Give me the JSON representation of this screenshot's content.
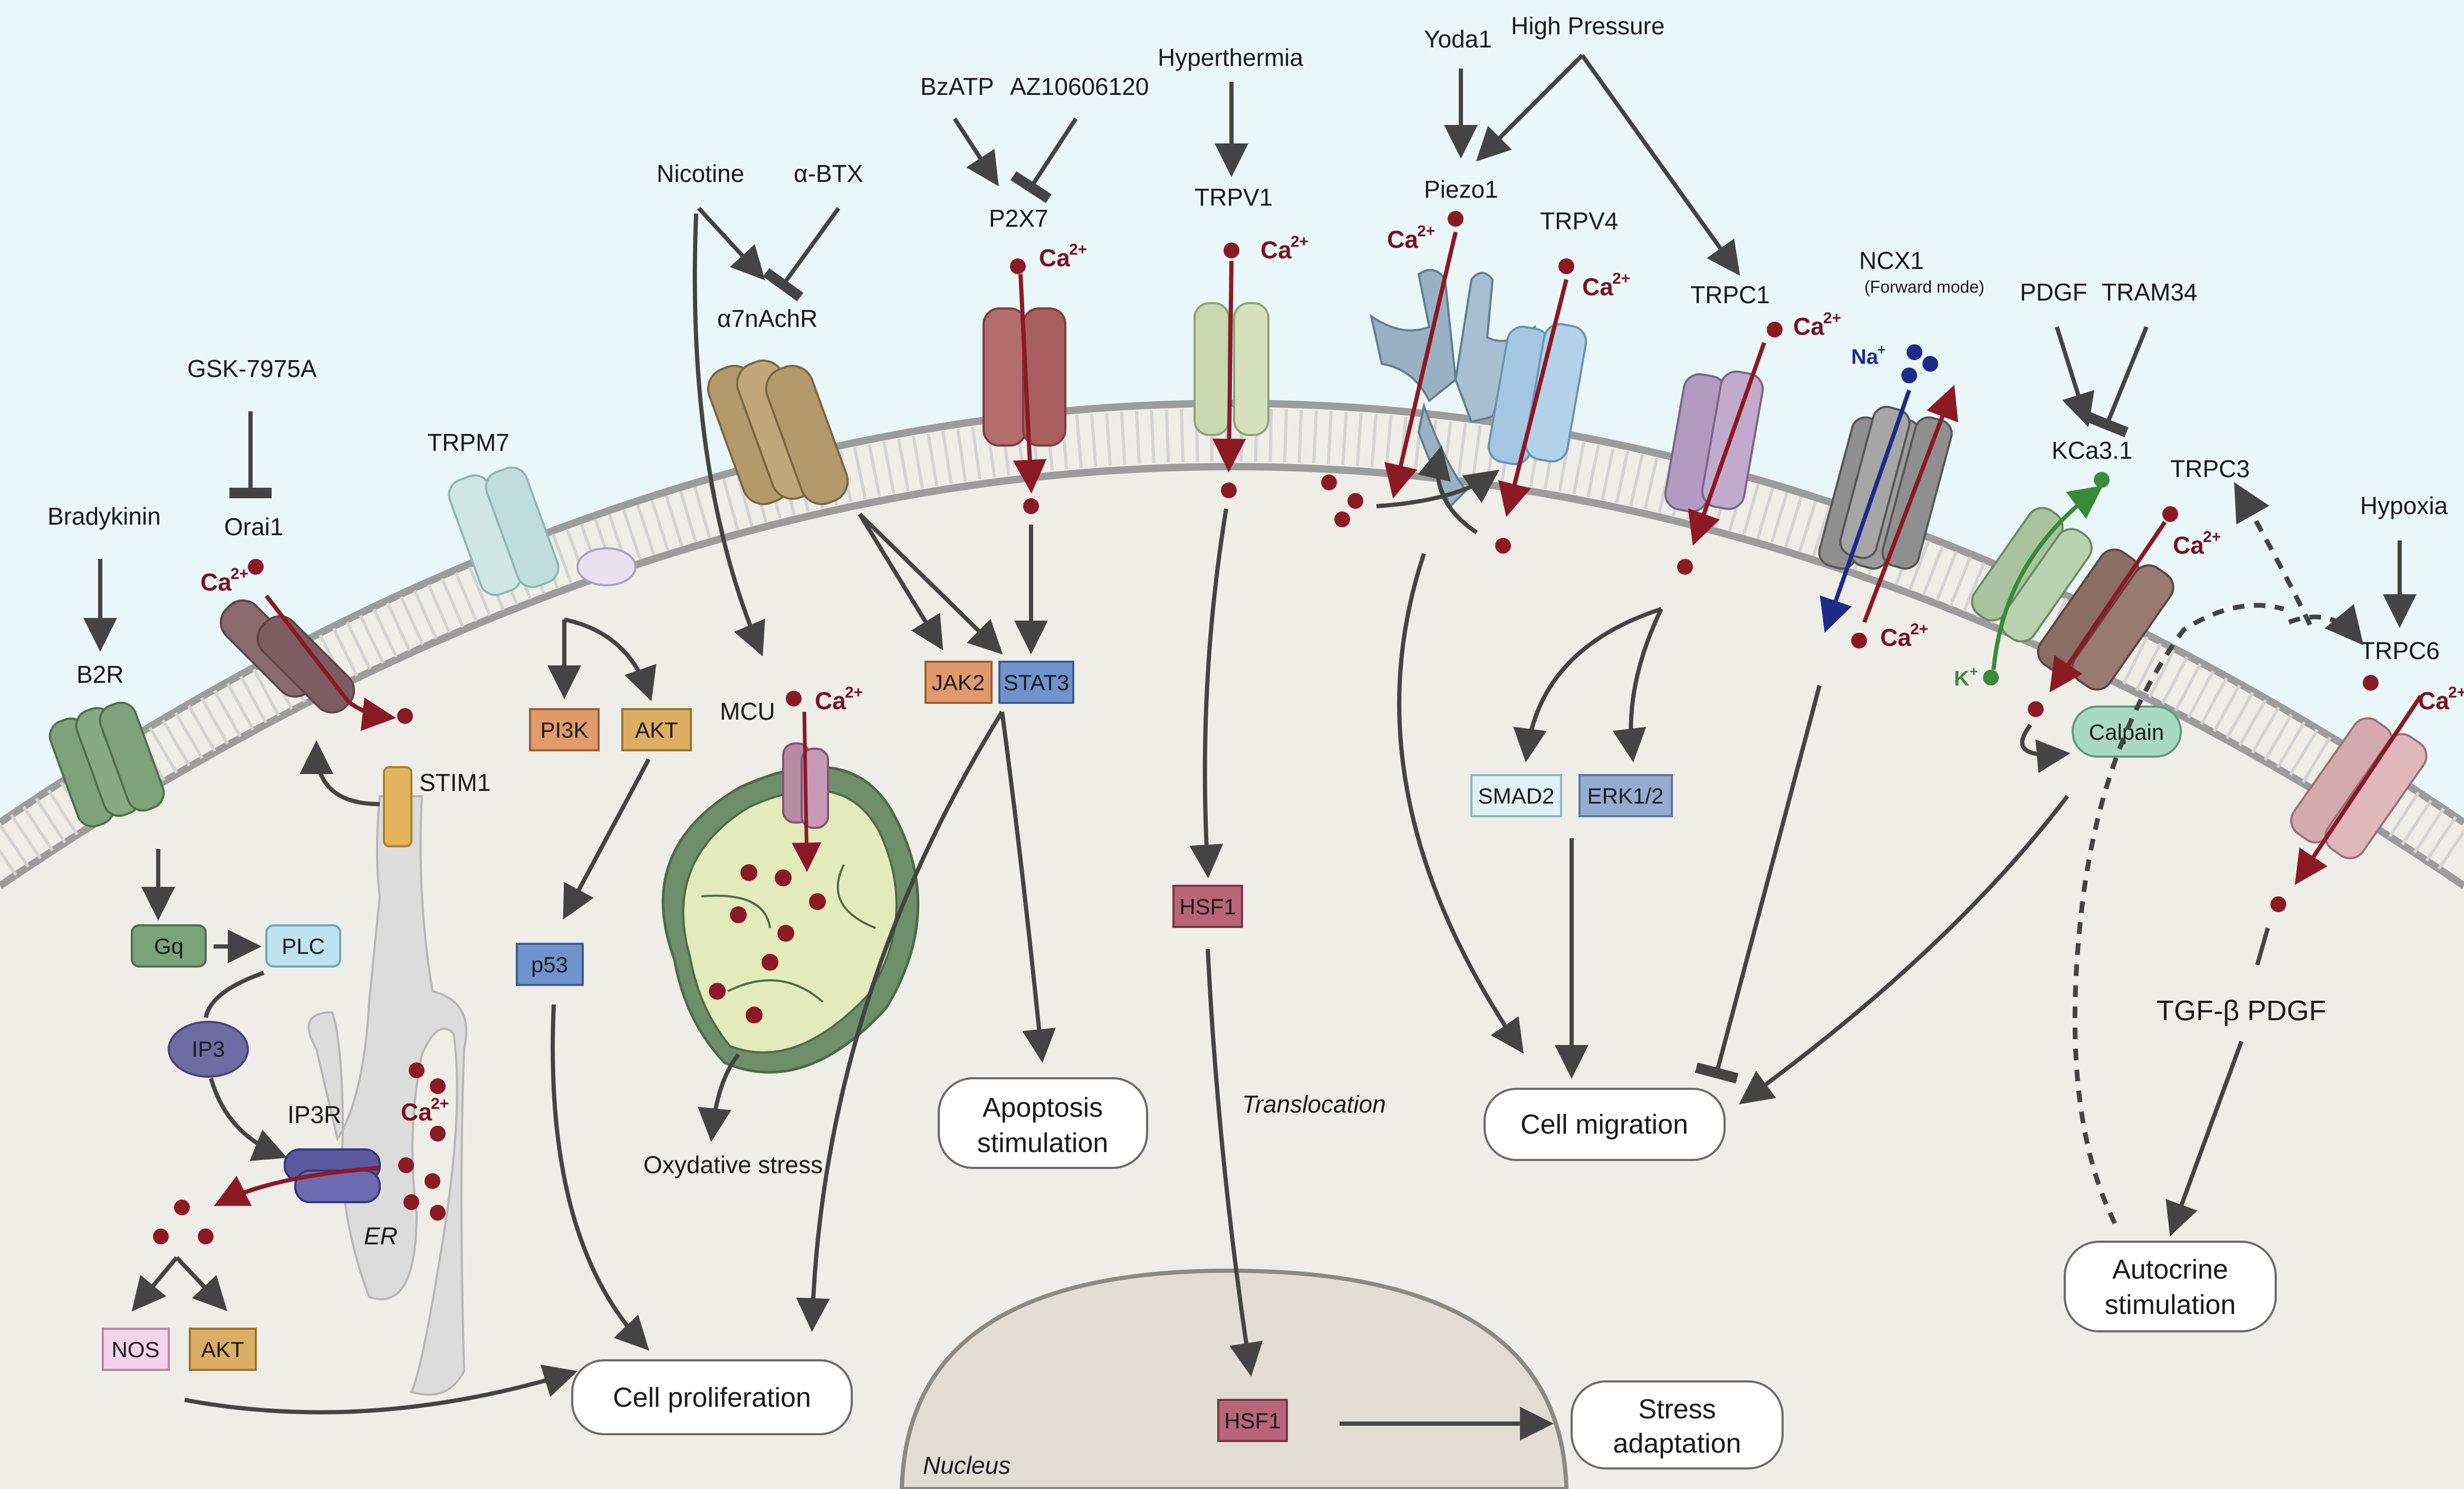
{
  "colors": {
    "extracellular": "#e9f7f8",
    "cytoplasm": "#efede8",
    "membrane_line": "#9a9a9a",
    "calcium": "#8b1a24",
    "arrow": "#444444",
    "nucleus": "#e2ddd2"
  },
  "stimuli": {
    "bradykinin": "Bradykinin",
    "gsk": "GSK-7975A",
    "nicotine": "Nicotine",
    "abtx": "α-BTX",
    "bzatp": "BzATP",
    "az": "AZ10606120",
    "hyperthermia": "Hyperthermia",
    "yoda1": "Yoda1",
    "high_pressure": "High Pressure",
    "pdgf": "PDGF",
    "tram34": "TRAM34",
    "hypoxia": "Hypoxia"
  },
  "channels": {
    "b2r": "B2R",
    "orai1": "Orai1",
    "trpm7": "TRPM7",
    "a7nachr": "α7nAchR",
    "p2x7": "P2X7",
    "trpv1": "TRPV1",
    "piezo1": "Piezo1",
    "trpv4": "TRPV4",
    "trpc1": "TRPC1",
    "ncx1": "NCX1",
    "ncx1_mode": "(Forward mode)",
    "kca31": "KCa3.1",
    "trpc3": "TRPC3",
    "trpc6": "TRPC6",
    "stim1": "STIM1",
    "mcu": "MCU",
    "ip3r": "IP3R"
  },
  "ions": {
    "ca_base": "Ca",
    "ca_sup": "2+",
    "na_base": "Na",
    "na_sup": "+",
    "k_base": "K",
    "k_sup": "+"
  },
  "signals": {
    "gq": "Gq",
    "plc": "PLC",
    "ip3": "IP3",
    "nos": "NOS",
    "akt1": "AKT",
    "pi3k": "PI3K",
    "akt2": "AKT",
    "p53": "p53",
    "jak2": "JAK2",
    "stat3": "STAT3",
    "hsf1_cyto": "HSF1",
    "hsf1_nuc": "HSF1",
    "smad2": "SMAD2",
    "erk": "ERK1/2",
    "calpain": "Calpain",
    "tgf_pdgf": "TGF-β PDGF"
  },
  "labels": {
    "er": "ER",
    "oxidative": "Oxydative stress",
    "translocation": "Translocation",
    "nucleus": "Nucleus"
  },
  "outcomes": {
    "cell_proliferation": "Cell proliferation",
    "apoptosis_1": "Apoptosis",
    "apoptosis_2": "stimulation",
    "cell_migration": "Cell migration",
    "stress_1": "Stress",
    "stress_2": "adaptation",
    "autocrine_1": "Autocrine",
    "autocrine_2": "stimulation"
  }
}
